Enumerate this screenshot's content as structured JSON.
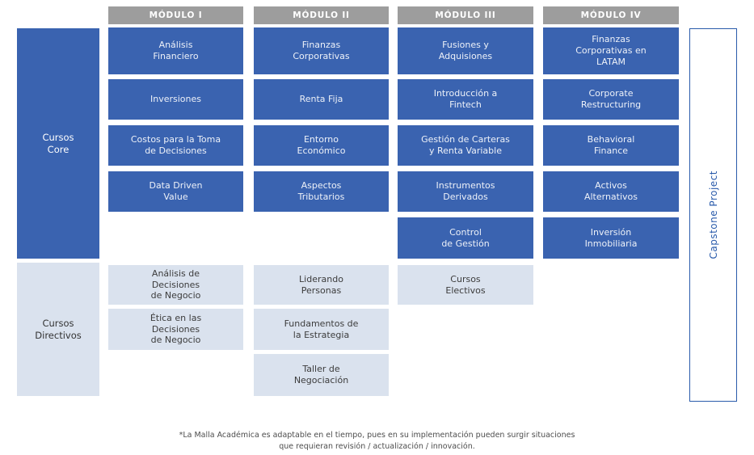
{
  "palette": {
    "core_box_blue": "#3a63b0",
    "directive_box_light_blue": "#dae2ee",
    "header_gray": "#9d9d9d",
    "capstone_blue": "#2a5bab",
    "box_text_light": "#edf1f8",
    "box_text_dark": "#3c3c3c",
    "footnote_gray": "#4d4d4d"
  },
  "side": {
    "core_label": "Cursos\nCore",
    "directivos_label": "Cursos\nDirectivos"
  },
  "columns": [
    {
      "header": "MÓDULO I",
      "core": [
        "Análisis\nFinanciero",
        "Inversiones",
        "Costos para la Toma\nde Decisiones",
        "Data Driven\nValue"
      ],
      "directive": [
        "Análisis de\nDecisiones\nde Negocio",
        "Ética en las\nDecisiones\nde Negocio"
      ]
    },
    {
      "header": "MÓDULO II",
      "core": [
        "Finanzas\nCorporativas",
        "Renta Fija",
        "Entorno\nEconómico",
        "Aspectos\nTributarios"
      ],
      "directive": [
        "Liderando\nPersonas",
        "Fundamentos de\nla Estrategia",
        "Taller de\nNegociación"
      ]
    },
    {
      "header": "MÓDULO III",
      "core": [
        "Fusiones y\nAdquisiones",
        "Introducción a\nFintech",
        "Gestión de Carteras\ny Renta Variable",
        "Instrumentos\nDerivados",
        "Control\nde Gestión"
      ],
      "directive": [
        "Cursos\nElectivos"
      ]
    },
    {
      "header": "MÓDULO IV",
      "core": [
        "Finanzas\nCorporativas en\nLATAM",
        "Corporate\nRestructuring",
        "Behavioral\nFinance",
        "Activos\nAlternativos",
        "Inversión\nInmobiliaria"
      ],
      "directive": []
    }
  ],
  "capstone_label": "Capstone Project",
  "footnote": "*La Malla Académica es adaptable en el tiempo, pues en su implementación pueden surgir situaciones\nque requieran revisión / actualización / innovación."
}
